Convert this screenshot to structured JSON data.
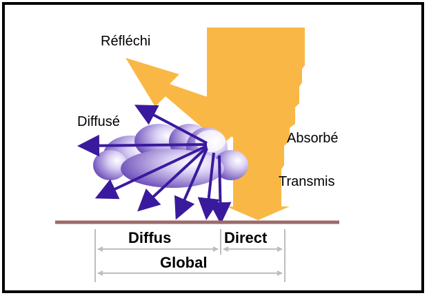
{
  "diagram": {
    "labels": {
      "reflected": "Réfléchi",
      "diffused": "Diffusé",
      "absorbed": "Absorbé",
      "transmitted": "Transmis",
      "diffuse_component": "Diffus",
      "direct_component": "Direct",
      "global_total": "Global"
    },
    "colors": {
      "sunbeam": "#f9b846",
      "cloud_dark": "#7a5cc4",
      "cloud_light": "#d9cff3",
      "scatter_arrows": "#3a1a9c",
      "ground": "#9d6a6a",
      "dimension_lines": "#bdbdbd",
      "frame": "#000000"
    }
  }
}
